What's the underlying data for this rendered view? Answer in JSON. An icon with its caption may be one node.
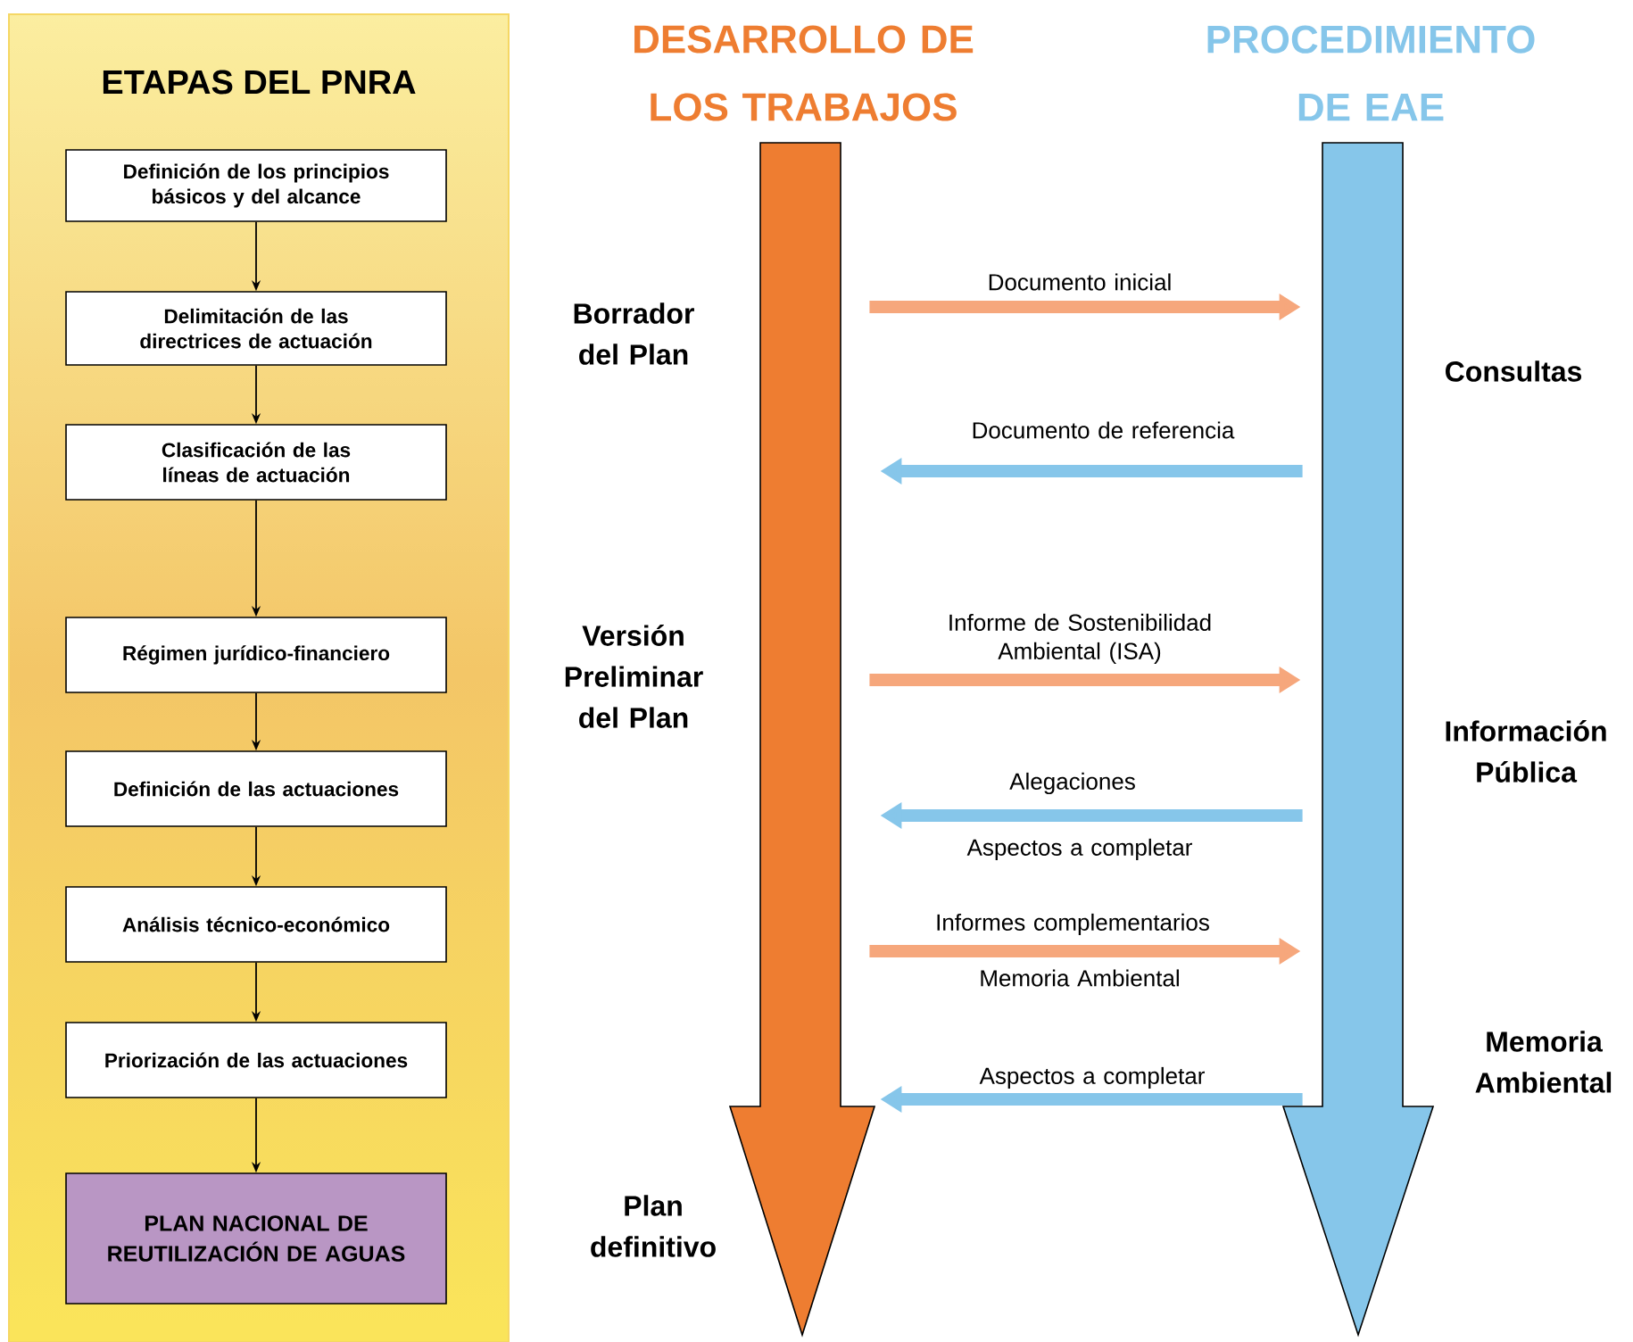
{
  "diagram": {
    "nodes": [
      {
        "text": [
          "ETAPAS DEL PNRA"
        ]
      },
      {
        "text": [
          "Definición de los principios básicos y del alcance"
        ],
        "in": 0
      },
      {
        "text": [
          "Delimitación de las directrices de actuación"
        ],
        "in": 0
      },
      {
        "text": [
          "Clasificación de las líneas de actuación"
        ],
        "in": 0
      },
      {
        "text": [
          "Régimen jurídico-financiero"
        ],
        "in": 0
      },
      {
        "text": [
          "Definición de las actuaciones"
        ],
        "in": 0
      },
      {
        "text": [
          "Análisis técnico-económico"
        ],
        "in": 0
      },
      {
        "text": [
          "Priorización de las actuaciones"
        ],
        "in": 0
      },
      {
        "text": [
          "PLAN NACIONAL DE REUTILIZACIÓN DE AGUAS"
        ],
        "in": 0
      },
      {
        "text": [
          "DESARROLLO DE LOS TRABAJOS"
        ],
        "beside": [
          "Borrador del Plan",
          "Versión Preliminar del Plan",
          "Plan definitivo"
        ]
      },
      {
        "text": [
          "PROCEDIMIENTO DE EAE"
        ],
        "beside": [
          "Consultas",
          "Información Pública",
          "Memoria Ambiental"
        ]
      }
    ],
    "edges": [
      {
        "from": 1,
        "to": 2,
        "arrow": "to"
      },
      {
        "from": 2,
        "to": 3,
        "arrow": "to"
      },
      {
        "from": 3,
        "to": 4,
        "arrow": "to"
      },
      {
        "from": 4,
        "to": 5,
        "arrow": "to"
      },
      {
        "from": 5,
        "to": 6,
        "arrow": "to"
      },
      {
        "from": 6,
        "to": 7,
        "arrow": "to"
      },
      {
        "from": 7,
        "to": 8,
        "arrow": "to"
      },
      {
        "from": 9,
        "to": 10,
        "arrow": "to",
        "label": "Documento inicial",
        "style": "thick",
        "color": "#f6a77c"
      },
      {
        "from": 10,
        "to": 9,
        "arrow": "to",
        "label": "Documento de referencia",
        "style": "thick",
        "color": "#86c6ea"
      },
      {
        "from": 9,
        "to": 10,
        "arrow": "to",
        "label": "Informe de Sostenibilidad Ambiental (ISA)",
        "style": "thick",
        "color": "#f6a77c"
      },
      {
        "from": 10,
        "to": 9,
        "arrow": "to",
        "label": "Alegaciones",
        "style": "thick",
        "color": "#86c6ea"
      },
      {
        "from": 9,
        "to": 10,
        "arrow": "to",
        "label": "Informes complementarios",
        "style": "thick",
        "color": "#f6a77c"
      },
      {
        "from": 10,
        "to": 9,
        "arrow": "to",
        "label": "Aspectos a completar",
        "style": "thick",
        "color": "#86c6ea"
      }
    ],
    "labels": [
      "Aspectos a completar",
      "Memoria Ambiental"
    ]
  }
}
